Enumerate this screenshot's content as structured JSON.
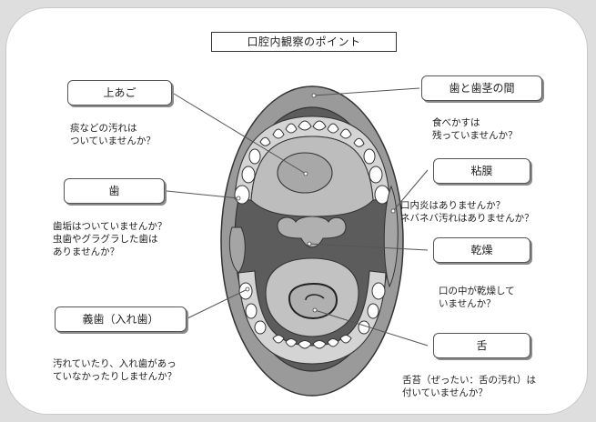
{
  "title": "口腔内観察のポイント",
  "labels": {
    "upper_jaw": "上あご",
    "teeth": "歯",
    "denture": "義歯（入れ歯）",
    "gum_gap": "歯と歯茎の間",
    "mucosa": "粘膜",
    "dryness": "乾燥",
    "tongue": "舌"
  },
  "notes": {
    "upper_jaw": "痰などの汚れは\nついていませんか？",
    "teeth": "歯垢はついていませんか？\n虫歯やグラグラした歯は\nありませんか？",
    "denture": "汚れていたり、入れ歯があっ\nていなかったりしませんか？",
    "gum_gap": "食べかすは\n残っていませんか？",
    "mucosa": "口内炎はありませんか？\nネバネバ汚れはありませんか？",
    "dryness": "口の中が乾燥して\nいませんか？",
    "tongue": "舌苔（ぜったい：舌の汚れ）は\n付いていませんか？"
  },
  "colors": {
    "background": "#dedede",
    "lip": "#9a9a9a",
    "mouth_inside": "#5c5c5c",
    "gum": "#cfcfcf",
    "tissue": "#b8b8b8"
  }
}
